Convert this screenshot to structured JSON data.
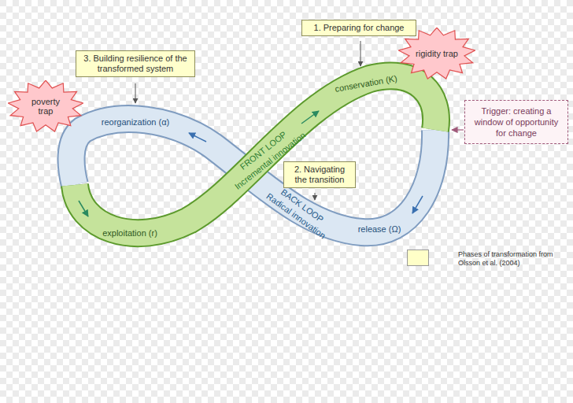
{
  "diagram": {
    "nodes": [
      {
        "text": [
          "1. Preparing for change"
        ]
      },
      {
        "text": [
          "rigidity trap"
        ]
      },
      {
        "text": [
          "3. Building resilience of the transformed system"
        ]
      },
      {
        "text": [
          "poverty trap"
        ]
      },
      {
        "text": [
          "Trigger: creating a window of opportunity for change"
        ]
      },
      {
        "text": [
          "2. Navigating the transition"
        ]
      }
    ],
    "labels": [
      "conservation (K)",
      "reorganization (α)",
      "FRONT LOOP",
      "Incremental innovation",
      "BACK LOOP",
      "Radical innovation",
      "exploitation (r)",
      "release (Ω)"
    ],
    "legend": [
      {
        "text": "Phases of transformation from Olsson et al. (2004)",
        "color": "#ffffc8"
      }
    ]
  }
}
